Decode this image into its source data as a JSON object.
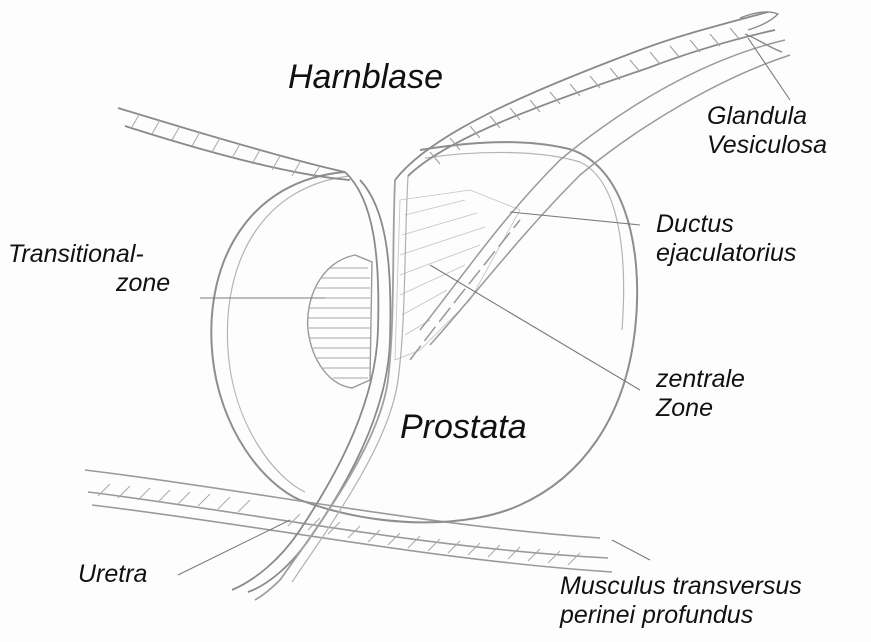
{
  "labels": {
    "harnblase": "Harnblase",
    "glandula_line1": "Glandula",
    "glandula_line2": "Vesiculosa",
    "transitional_line1": "Transitional-",
    "transitional_line2": "zone",
    "ductus_line1": "Ductus",
    "ductus_line2": "ejaculatorius",
    "zentrale_line1": "zentrale",
    "zentrale_line2": "Zone",
    "prostata": "Prostata",
    "uretra": "Uretra",
    "musculus_line1": "Musculus transversus",
    "musculus_line2": "perinei profundus"
  },
  "colors": {
    "pencil": "#9a9a9a",
    "pencil_dark": "#6e6e6e",
    "leader": "#7a7a7a",
    "hatch": "#a8a8a8",
    "text": "#111111"
  }
}
